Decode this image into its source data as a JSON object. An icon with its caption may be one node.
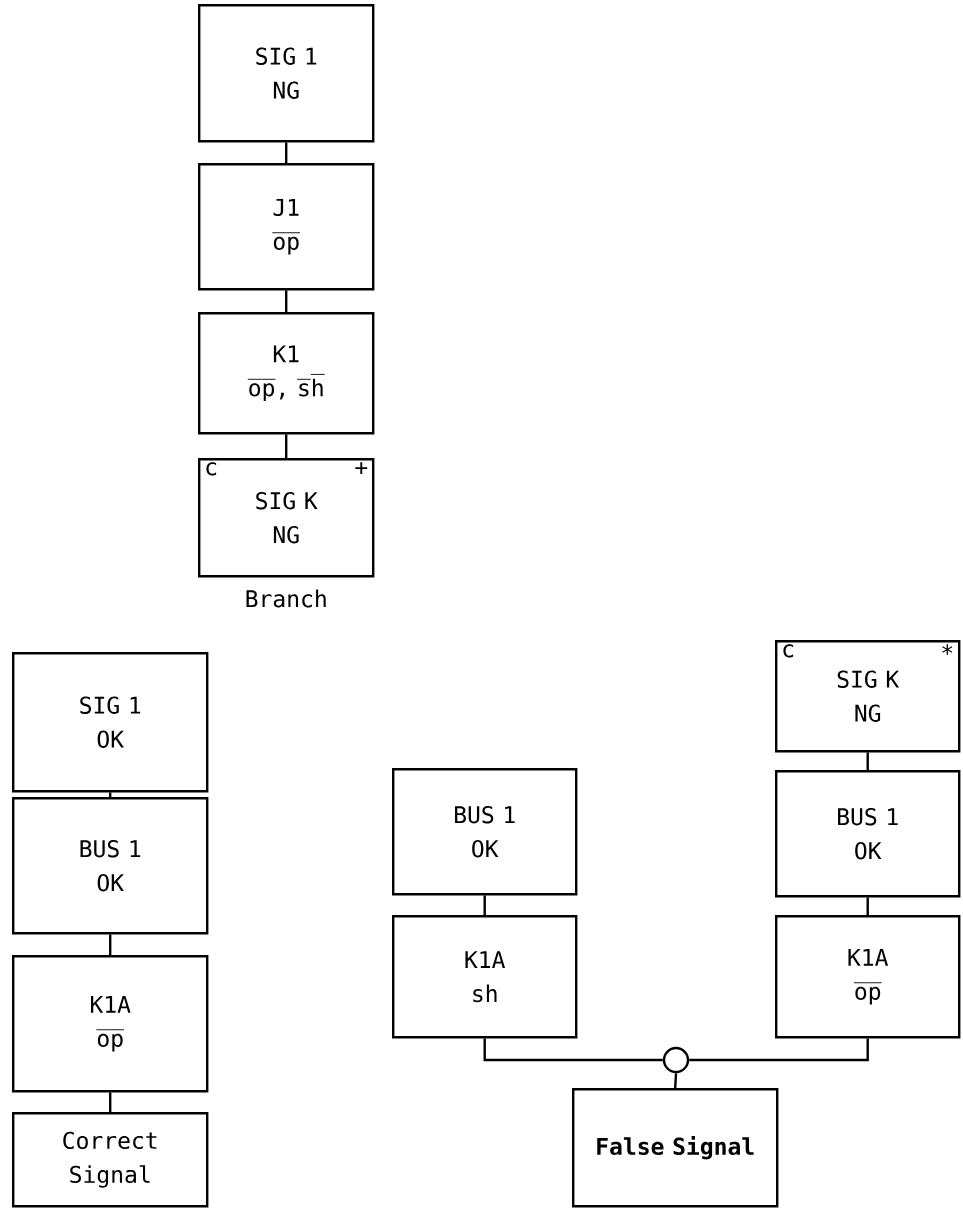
{
  "diagram": {
    "nodes": [
      {
        "text": [
          "SIG 1",
          "NG"
        ]
      },
      {
        "text": [
          "J1",
          "o̅p̅"
        ]
      },
      {
        "text": [
          "K1",
          "o̅p̅, s̅h̅"
        ]
      },
      {
        "text": [
          "c",
          "SIG K",
          "+",
          "NG"
        ],
        "beside": [
          "Branch"
        ]
      },
      {
        "text": [
          "SIG 1",
          "OK"
        ]
      },
      {
        "text": [
          "BUS 1",
          "OK"
        ]
      },
      {
        "text": [
          "K1A",
          "o̅p̅"
        ]
      },
      {
        "text": [
          "Correct Signal"
        ]
      },
      {
        "text": [
          "BUS 1",
          "OK"
        ]
      },
      {
        "text": [
          "K1A",
          "sh"
        ]
      },
      {
        "text": [
          "c",
          "SIG K",
          "*",
          "NG"
        ]
      },
      {
        "text": [
          "BUS 1",
          "OK"
        ]
      },
      {
        "text": [
          "K1A",
          "o̅p̅"
        ]
      },
      {
        "text": [],
        "shape": "circle"
      },
      {
        "text": [
          "False Signal"
        ]
      }
    ],
    "edges": [
      {
        "from": 0,
        "to": 1,
        "arrow": "none"
      },
      {
        "from": 1,
        "to": 2,
        "arrow": "none"
      },
      {
        "from": 2,
        "to": 3,
        "arrow": "none"
      },
      {
        "from": 4,
        "to": 5,
        "arrow": "none"
      },
      {
        "from": 5,
        "to": 6,
        "arrow": "none"
      },
      {
        "from": 6,
        "to": 7,
        "arrow": "none"
      },
      {
        "from": 8,
        "to": 9,
        "arrow": "none"
      },
      {
        "from": 10,
        "to": 11,
        "arrow": "none"
      },
      {
        "from": 11,
        "to": 12,
        "arrow": "none"
      },
      {
        "from": 9,
        "to": 13,
        "arrow": "none"
      },
      {
        "from": 12,
        "to": 13,
        "arrow": "none"
      },
      {
        "from": 13,
        "to": 14,
        "arrow": "none"
      }
    ]
  }
}
